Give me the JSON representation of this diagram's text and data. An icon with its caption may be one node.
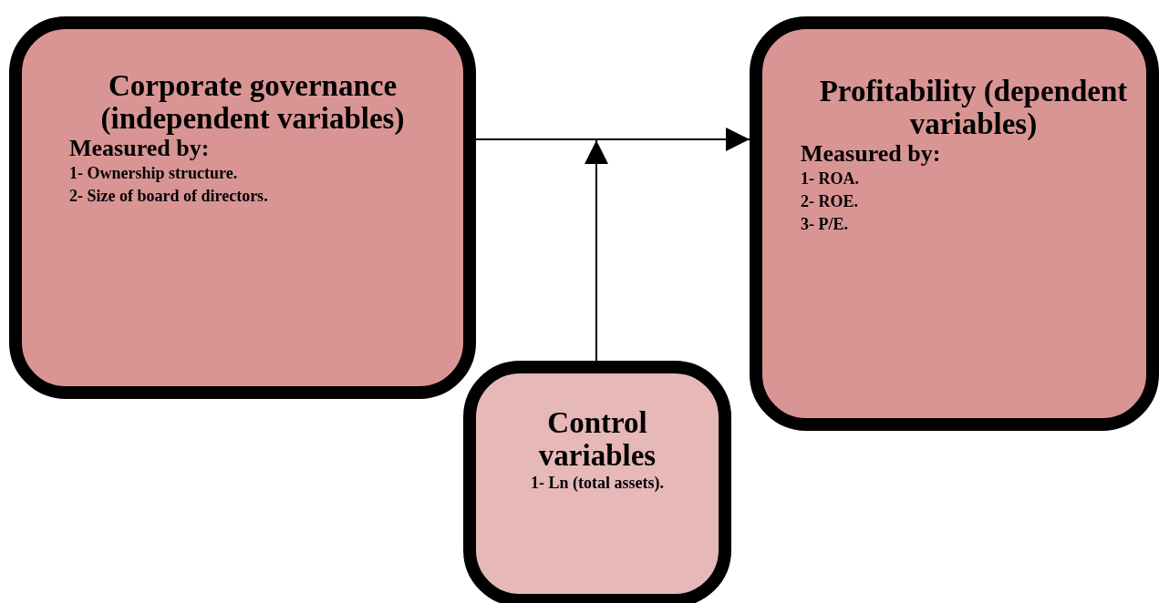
{
  "diagram": {
    "nodes": [
      {
        "text": [
          "Corporate governance (independent variables)",
          "Measured by:",
          "1- Ownership structure.",
          "2- Size of board of directors."
        ]
      },
      {
        "text": [
          "Profitability (dependent variables)",
          "Measured by:",
          "1- ROA.",
          "2- ROE.",
          "3- P/E."
        ]
      },
      {
        "text": [
          "Control variables",
          "1- Ln (total assets)."
        ]
      }
    ],
    "edges": [
      {
        "from": 0,
        "to": 1,
        "arrow": "to"
      },
      {
        "from": 2,
        "to": null,
        "arrow": "to"
      }
    ]
  }
}
